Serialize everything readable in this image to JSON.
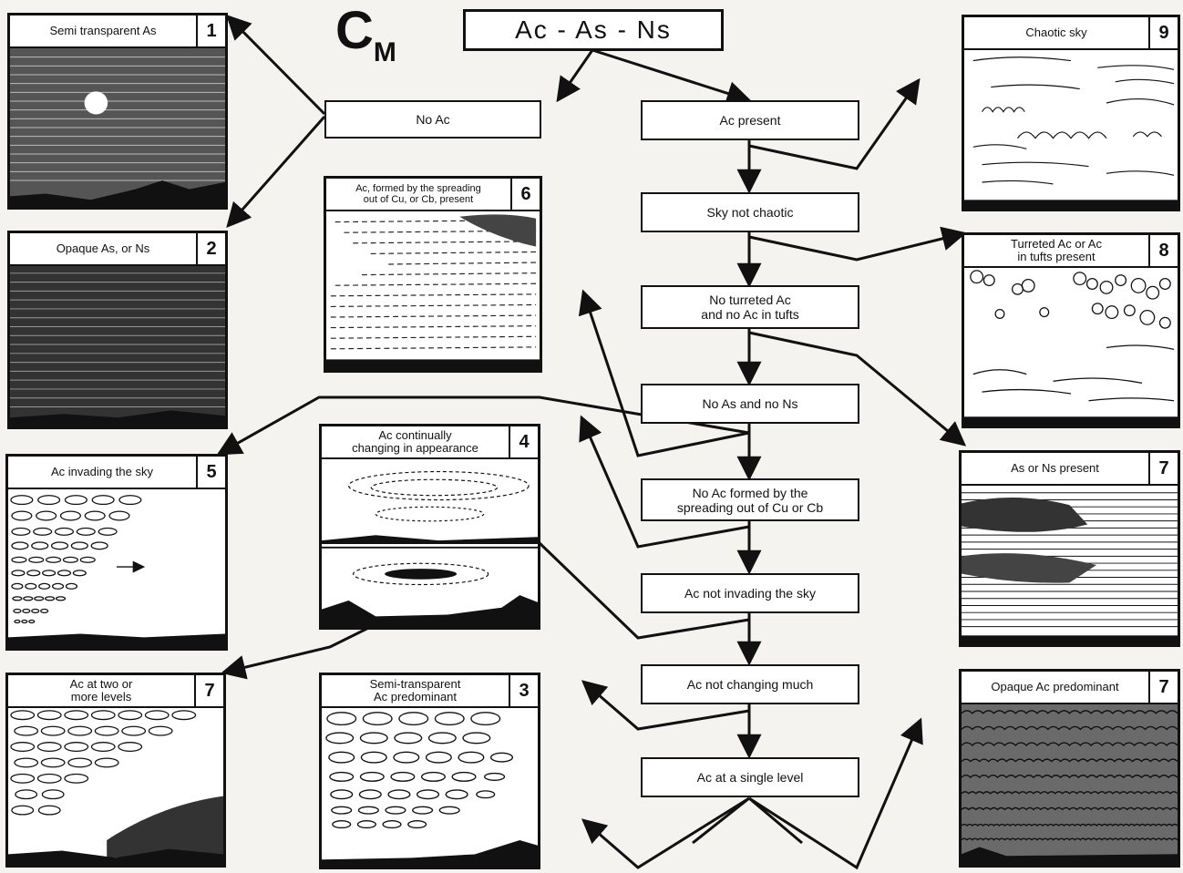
{
  "header": {
    "symbol_main": "C",
    "symbol_sub": "M",
    "title": "Ac - As - Ns"
  },
  "decision_nodes": [
    {
      "id": "no_ac",
      "text": "No Ac"
    },
    {
      "id": "ac_present",
      "text": "Ac present"
    },
    {
      "id": "sky_not_chaotic",
      "text": "Sky not chaotic"
    },
    {
      "id": "no_turreted",
      "text": "No turreted Ac\nand no Ac in tufts"
    },
    {
      "id": "no_as_ns",
      "text": "No As and no Ns"
    },
    {
      "id": "no_ac_spreading",
      "text": "No Ac formed by the\nspreading out of Cu or Cb"
    },
    {
      "id": "ac_not_invading",
      "text": "Ac not invading the sky"
    },
    {
      "id": "ac_not_changing",
      "text": "Ac not changing much"
    },
    {
      "id": "ac_single_level",
      "text": "Ac at a single level"
    }
  ],
  "panels": [
    {
      "id": "p1",
      "title": "Semi transparent As",
      "code": "1"
    },
    {
      "id": "p2",
      "title": "Opaque As, or Ns",
      "code": "2"
    },
    {
      "id": "p6",
      "title": "Ac, formed by the spreading\nout of Cu, or Cb, present",
      "code": "6"
    },
    {
      "id": "p5",
      "title": "Ac invading the sky",
      "code": "5"
    },
    {
      "id": "p4",
      "title": "Ac continually\nchanging in appearance",
      "code": "4"
    },
    {
      "id": "p7a",
      "title": "Ac at two or\nmore levels",
      "code": "7"
    },
    {
      "id": "p3",
      "title": "Semi-transparent\nAc predominant",
      "code": "3"
    },
    {
      "id": "p9",
      "title": "Chaotic sky",
      "code": "9"
    },
    {
      "id": "p8",
      "title": "Turreted Ac or Ac\nin tufts present",
      "code": "8"
    },
    {
      "id": "p7b",
      "title": "As or Ns present",
      "code": "7"
    },
    {
      "id": "p7c",
      "title": "Opaque Ac predominant",
      "code": "7"
    }
  ],
  "colors": {
    "ink": "#111111",
    "paper": "#ffffff",
    "background": "#f4f3ef"
  }
}
